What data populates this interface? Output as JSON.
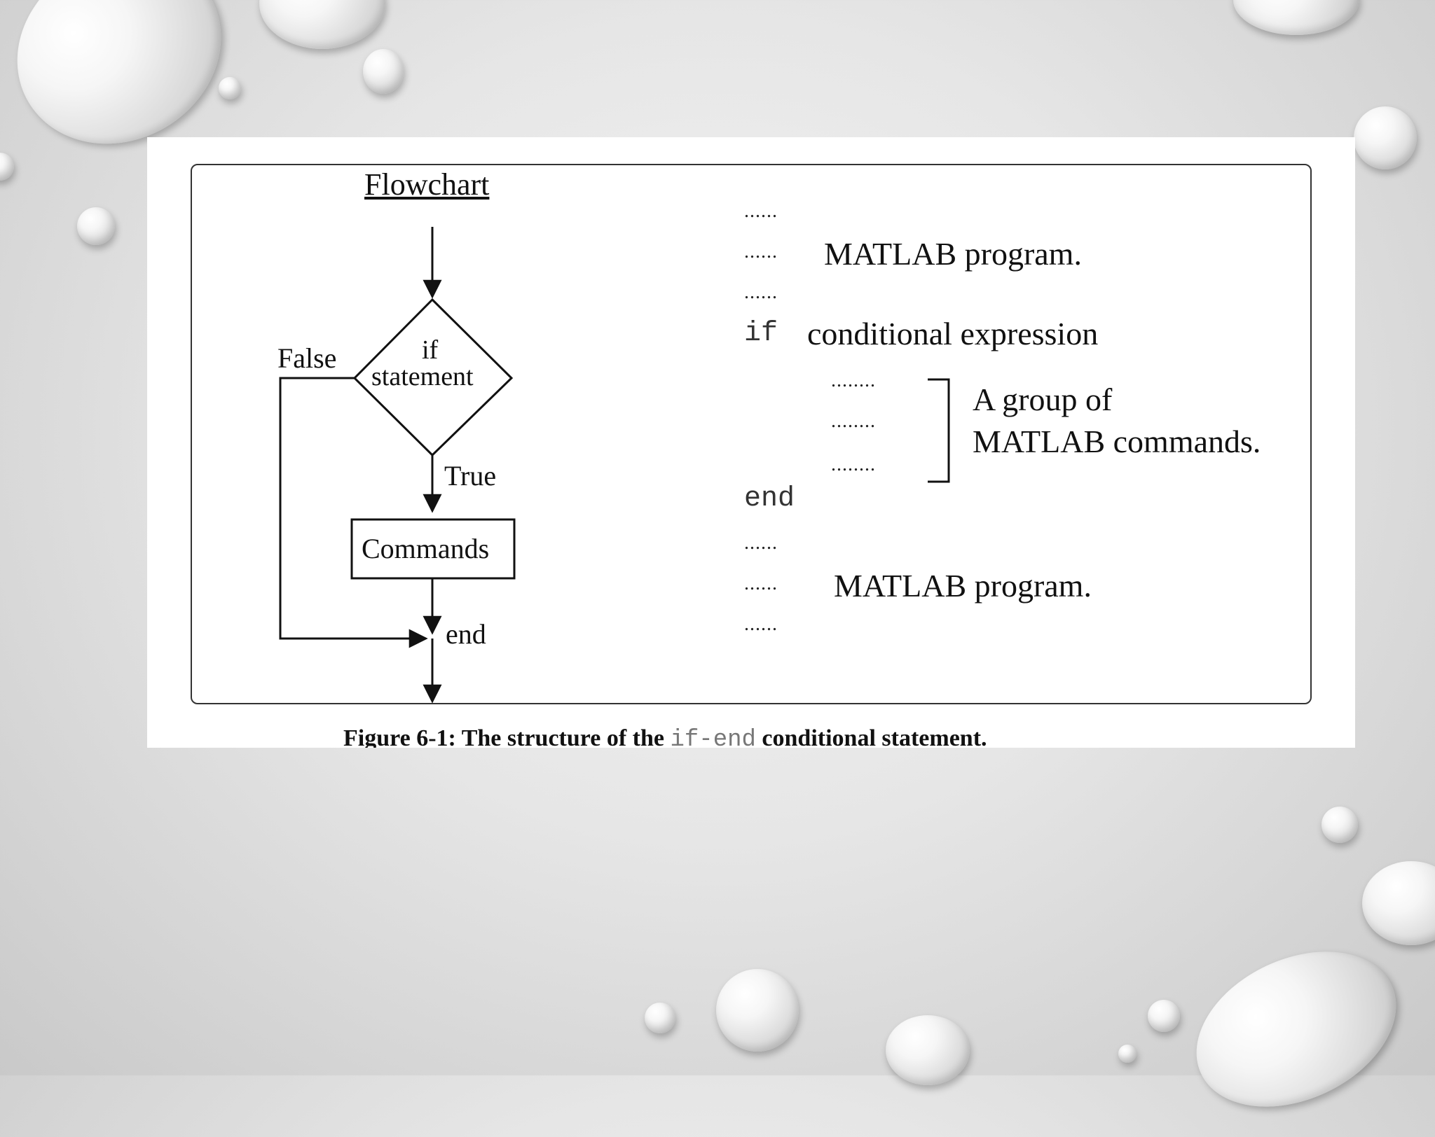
{
  "flowchart": {
    "title": "Flowchart",
    "decision_line1": "if",
    "decision_line2": "statement",
    "false_label": "False",
    "true_label": "True",
    "commands_label": "Commands",
    "end_label": "end"
  },
  "code": {
    "dots_short": "......",
    "dots_long": "........",
    "program_label_top": "MATLAB program.",
    "if_keyword": "if",
    "condition_text": "conditional expression",
    "group_line1": "A group of",
    "group_line2": "MATLAB commands.",
    "end_keyword": "end",
    "program_label_bottom": "MATLAB program."
  },
  "caption": {
    "prefix": "Figure 6-1:  The structure of the ",
    "code": "if-end",
    "suffix": " conditional statement."
  }
}
